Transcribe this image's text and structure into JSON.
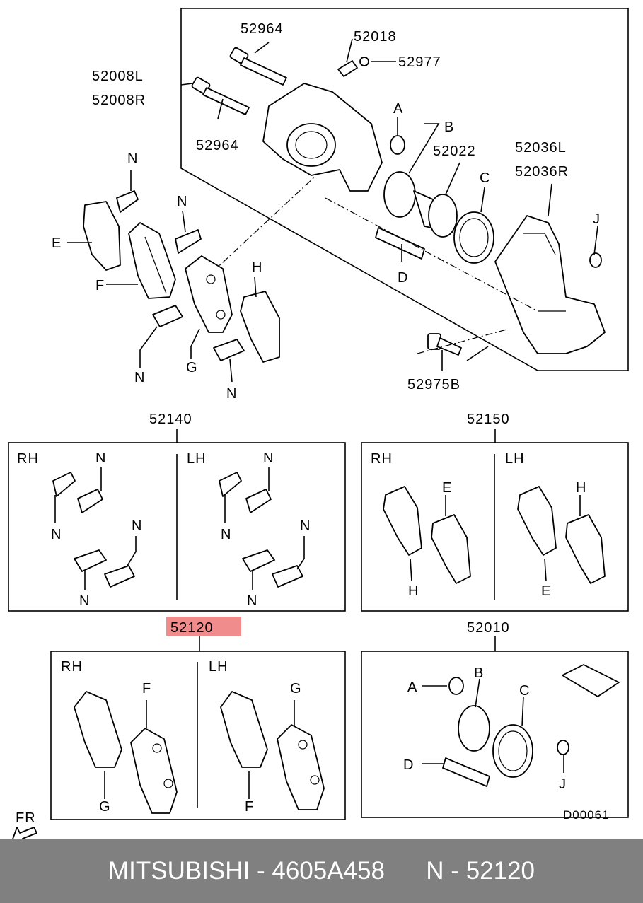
{
  "labels": {
    "p52964_top": "52964",
    "p52018": "52018",
    "p52977": "52977",
    "p52008L": "52008L",
    "p52008R": "52008R",
    "p52964_bot": "52964",
    "A": "A",
    "B": "B",
    "p52022": "52022",
    "p52036L": "52036L",
    "p52036R": "52036R",
    "C": "C",
    "J": "J",
    "D": "D",
    "N": "N",
    "E": "E",
    "F": "F",
    "G": "G",
    "H": "H",
    "p52975B": "52975B",
    "p52140": "52140",
    "p52150": "52150",
    "p52120": "52120",
    "p52010": "52010",
    "RH": "RH",
    "LH": "LH",
    "FR": "FR",
    "code": "D00061"
  },
  "highlight_color": "#f08c8c",
  "footer": {
    "text": "MITSUBISHI - 4605A458      N - 52120"
  }
}
